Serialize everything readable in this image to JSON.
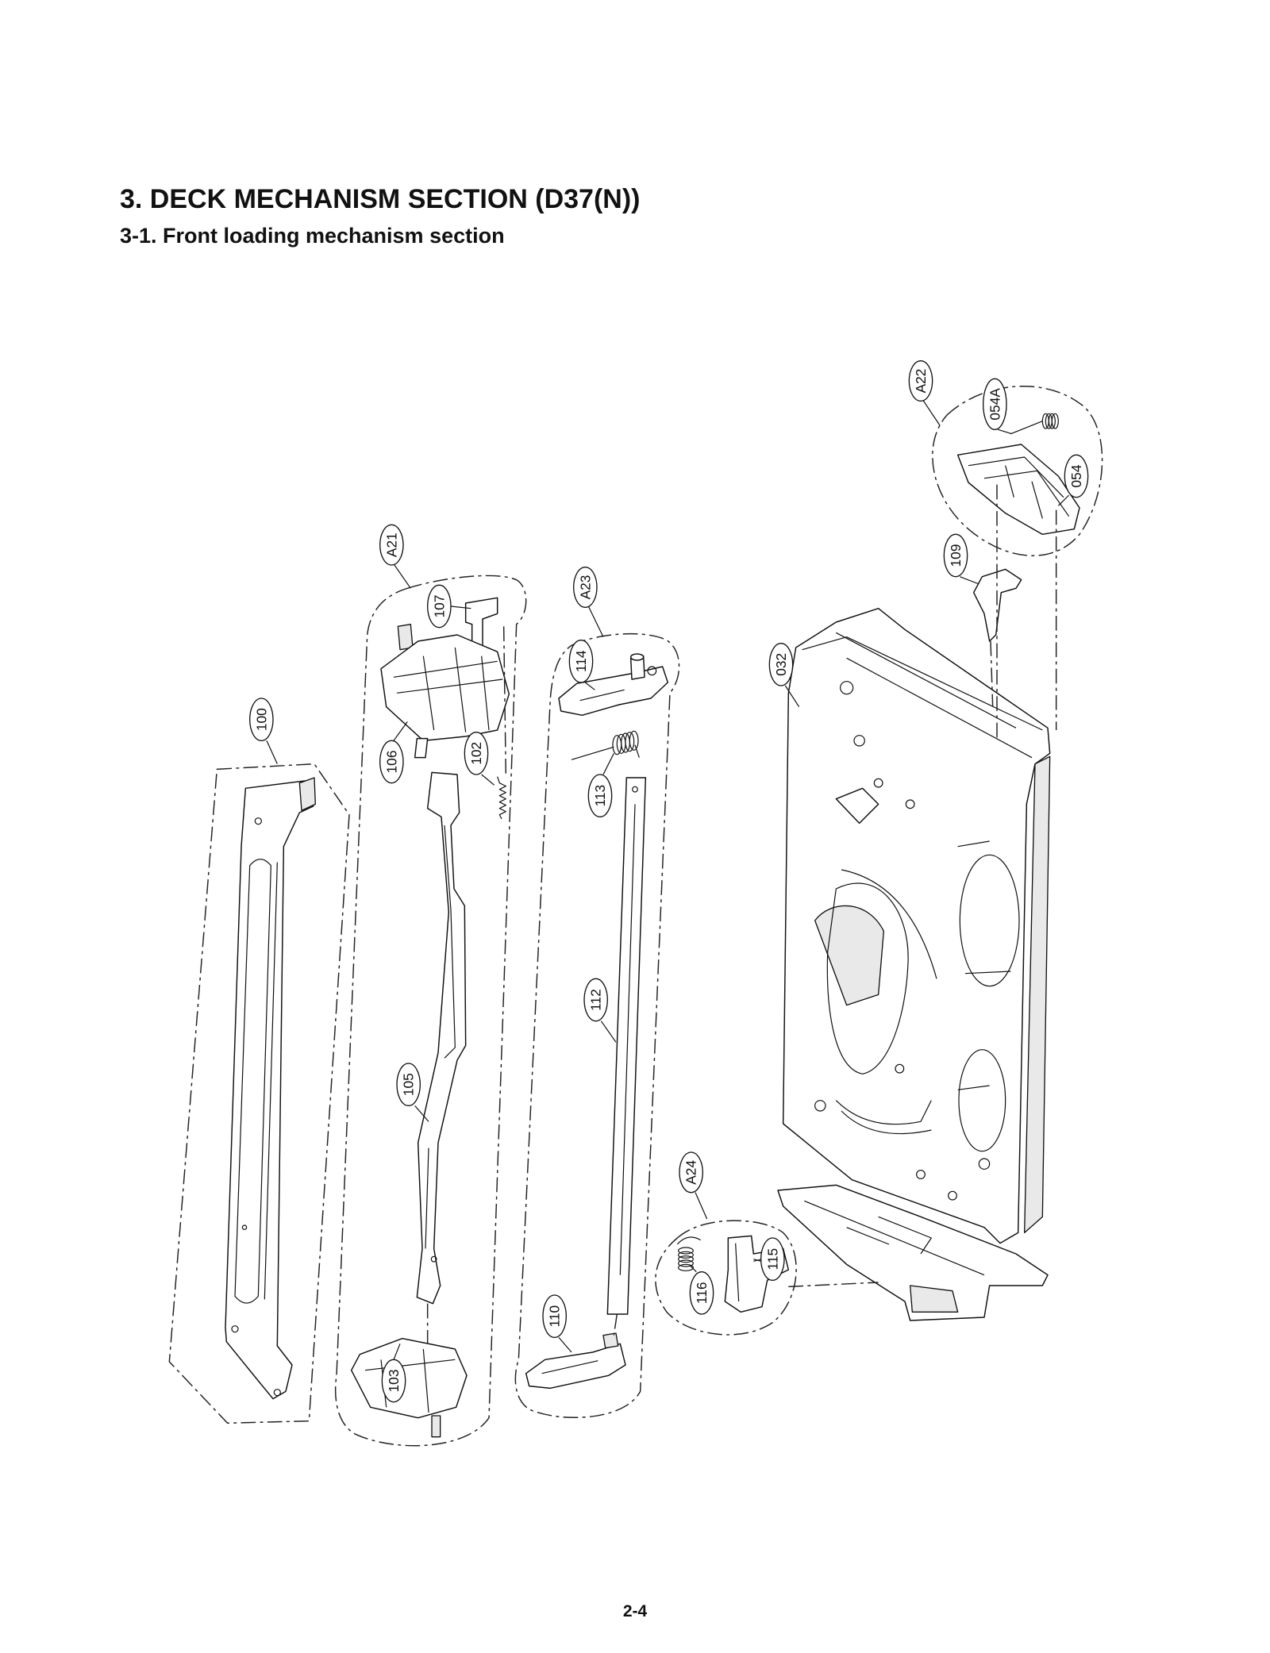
{
  "page": {
    "title": "3. DECK MECHANISM SECTION (D37(N))",
    "subtitle": "3-1. Front loading mechanism section",
    "page_number": "2-4"
  },
  "callouts": {
    "a22": "A22",
    "c054a": "054A",
    "c054": "054",
    "c109": "109",
    "a21": "A21",
    "c107": "107",
    "a23": "A23",
    "c114": "114",
    "c032": "032",
    "c100": "100",
    "c106": "106",
    "c102": "102",
    "c113": "113",
    "c112": "112",
    "c105": "105",
    "a24": "A24",
    "c115": "115",
    "c116": "116",
    "c110": "110",
    "c103": "103"
  }
}
